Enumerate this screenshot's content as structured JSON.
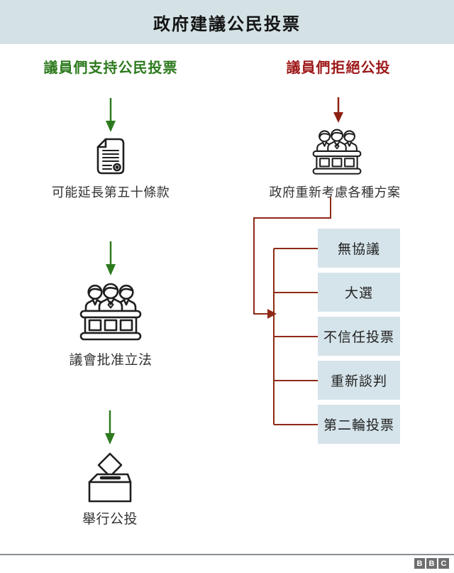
{
  "title": "政府建議公民投票",
  "left_branch": {
    "heading": "議員們支持公民投票",
    "steps": [
      {
        "icon": "document-icon",
        "label": "可能延長第五十條款"
      },
      {
        "icon": "parliament-icon",
        "label": "議會批准立法"
      },
      {
        "icon": "ballot-box-icon",
        "label": "舉行公投"
      }
    ]
  },
  "right_branch": {
    "heading": "議員們拒絕公投",
    "step": {
      "icon": "parliament-icon",
      "label": "政府重新考慮各種方案"
    },
    "options": [
      "無協議",
      "大選",
      "不信任投票",
      "重新談判",
      "第二輪投票"
    ]
  },
  "footer": {
    "logo_letters": [
      "B",
      "B",
      "C"
    ]
  },
  "colors": {
    "header_bg": "#d4e2e6",
    "option_box_bg": "#d5e4ea",
    "support_green": "#2d7a1e",
    "reject_red": "#9e1a1a",
    "arrow_red": "#8e2013",
    "connector_red": "#8e2a17",
    "icon_stroke": "#1f1f1f",
    "footer_line": "#8a8f92",
    "bbc_gray": "#6e6e6e"
  }
}
